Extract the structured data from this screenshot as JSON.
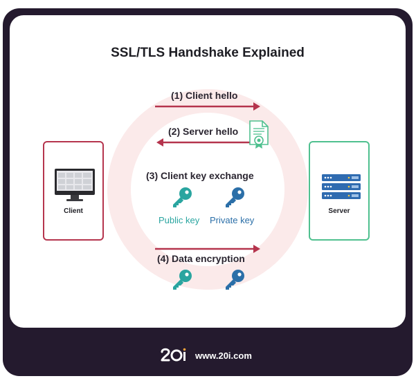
{
  "title": "SSL/TLS Handshake Explained",
  "client_label": "Client",
  "server_label": "Server",
  "steps": [
    {
      "label": "(1) Client hello"
    },
    {
      "label": "(2) Server hello"
    },
    {
      "label": "(3) Client key exchange"
    },
    {
      "label": "(4) Data encryption"
    }
  ],
  "keys": {
    "public_label": "Public key",
    "private_label": "Private key"
  },
  "footer": {
    "brand_logo": "20i",
    "url": "www.20i.com"
  },
  "colors": {
    "frame": "#241a2e",
    "arrow": "#b5344d",
    "client_border": "#b5344d",
    "server_border": "#4fc08f",
    "public_key": "#2aa5a0",
    "private_key": "#2b6fa8",
    "server_blue": "#2f6bb0"
  }
}
